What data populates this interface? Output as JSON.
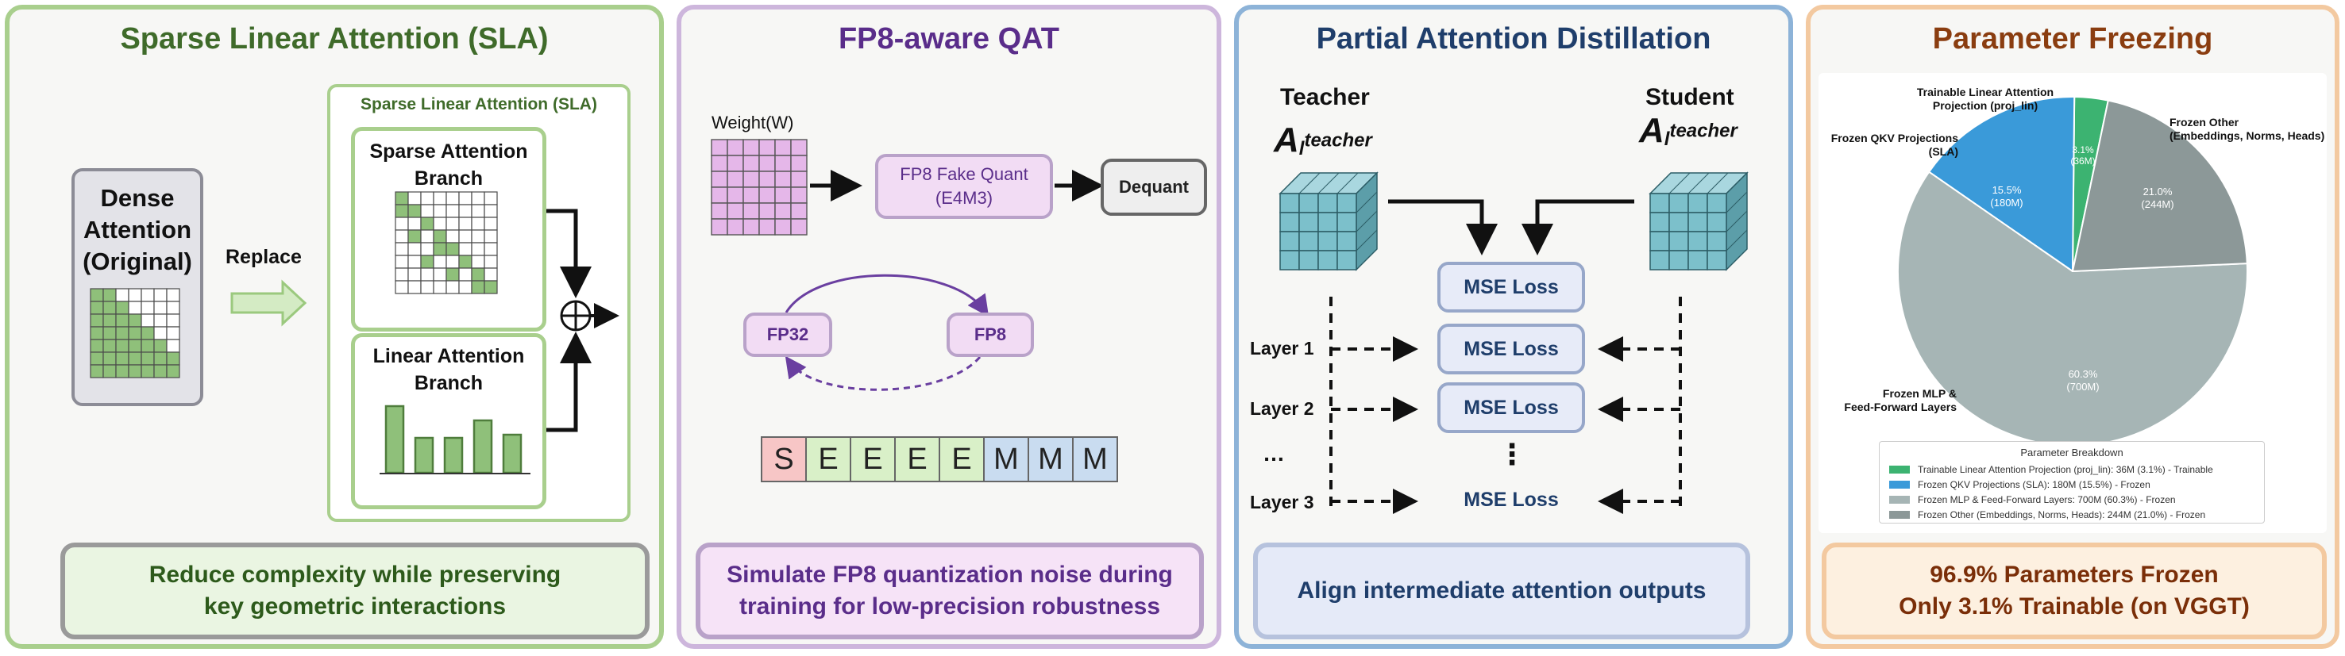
{
  "panels": {
    "sla": {
      "title": "Sparse Linear Attention (SLA)",
      "dense_label": "Dense\nAttention\n(Original)",
      "replace_label": "Replace",
      "inner_title": "Sparse Linear Attention (SLA)",
      "sparse_branch": "Sparse Attention\nBranch",
      "linear_branch": "Linear Attention\nBranch",
      "caption": "Reduce complexity while preserving\nkey geometric interactions",
      "colors": {
        "border": "#a9cf8d",
        "title": "#3f6b2a",
        "cell": "#8fc07a"
      }
    },
    "qat": {
      "title": "FP8-aware QAT",
      "weight_label": "Weight(W)",
      "fake_quant": "FP8 Fake Quant\n(E4M3)",
      "dequant": "Dequant",
      "fp32": "FP32",
      "fp8": "FP8",
      "bits": [
        "S",
        "E",
        "E",
        "E",
        "E",
        "M",
        "M",
        "M"
      ],
      "caption": "Simulate FP8 quantization noise during\ntraining for low-precision robustness",
      "colors": {
        "border": "#cdb6dc",
        "title": "#5a2d8a",
        "accent": "#6a3fa0"
      }
    },
    "pad": {
      "title": "Partial Attention Distillation",
      "teacher": "Teacher",
      "student": "Student",
      "symbol_base": "A",
      "symbol_sub": "l",
      "symbol_sup": "teacher",
      "mse": "MSE Loss",
      "layers": [
        "Layer 1",
        "Layer 2",
        "…",
        "Layer 3"
      ],
      "vdots": "⋮",
      "caption": "Align intermediate attention outputs",
      "colors": {
        "border": "#8db3d8",
        "title": "#1f3e6b",
        "cube": "#6fb3bf"
      }
    },
    "freeze": {
      "title": "Parameter Freezing",
      "caption": "96.9% Parameters Frozen\nOnly 3.1% Trainable (on VGGT)",
      "colors": {
        "border": "#f3c9a0",
        "title": "#8a3d10"
      }
    }
  },
  "chart_data": {
    "type": "pie",
    "title": "",
    "slices": [
      {
        "label": "Trainable Linear Attention\nProjection (proj_lin)",
        "pct_label": "3.1%\n(36M)",
        "value": 3.1,
        "color": "#3cb371"
      },
      {
        "label": "Frozen QKV Projections\n(SLA)",
        "pct_label": "15.5%\n(180M)",
        "value": 15.5,
        "color": "#3a9ad9"
      },
      {
        "label": "Frozen MLP &\nFeed-Forward Layers",
        "pct_label": "60.3%\n(700M)",
        "value": 60.3,
        "color": "#a6b5b5"
      },
      {
        "label": "Frozen Other\n(Embeddings, Norms, Heads)",
        "pct_label": "21.0%\n(244M)",
        "value": 21.0,
        "color": "#8c9898"
      }
    ],
    "legend": {
      "title": "Parameter Breakdown",
      "placement": "bottom",
      "entries": [
        "Trainable Linear Attention Projection (proj_lin): 36M (3.1%) - Trainable",
        "Frozen QKV Projections (SLA): 180M (15.5%) - Frozen",
        "Frozen MLP & Feed-Forward Layers: 700M (60.3%) - Frozen",
        "Frozen Other (Embeddings, Norms, Heads): 244M (21.0%) - Frozen"
      ]
    }
  }
}
